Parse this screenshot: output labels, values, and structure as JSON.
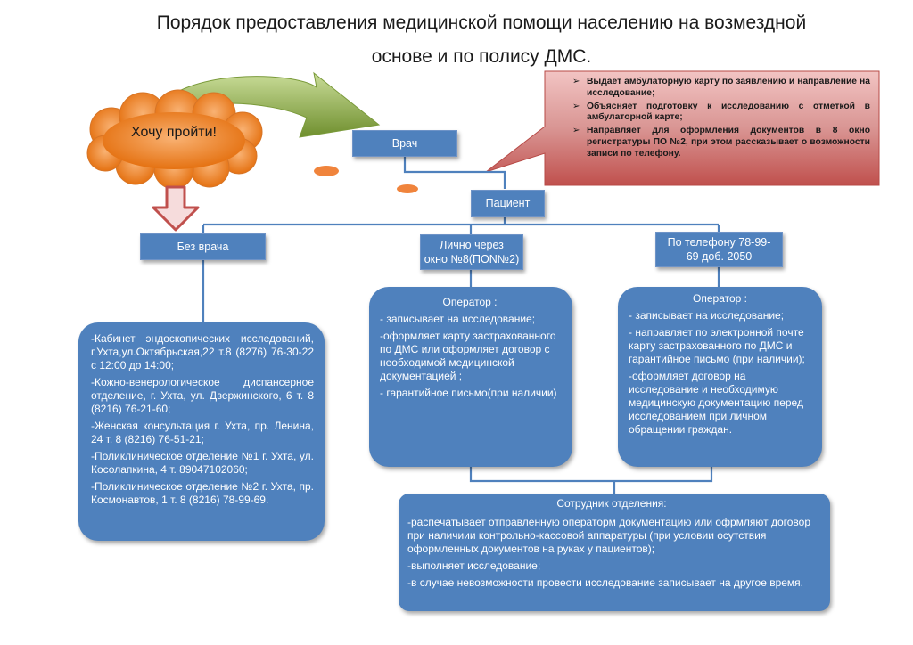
{
  "title": {
    "line1": "Порядок предоставления медицинской помощи населению на возмездной",
    "line2": "основе и по полису ДМС."
  },
  "cloud": {
    "label": "Хочу пройти!"
  },
  "doctor": {
    "label": "Врач"
  },
  "patient": {
    "label": "Пациент"
  },
  "callout": {
    "items": [
      "Выдает амбулаторную карту по заявлению и направление на исследование;",
      "Объясняет подготовку к исследованию с отметкой в амбулаторной карте;",
      "Направляет для оформления документов в 8 окно регистратуры ПО №2, при этом рассказывает о возможности записи по телефону."
    ]
  },
  "branches": {
    "no_doctor": "Без врача",
    "in_person": {
      "line1": "Лично через",
      "line2": "окно №8(ПОN№2)"
    },
    "by_phone": {
      "line1": "По телефону 78-99-",
      "line2": "69 доб. 2050"
    }
  },
  "clinics": [
    "-Кабинет эндоскопических исследований, г.Ухта,ул.Октябрьская,22 т.8 (8276) 76-30-22 с 12:00 до 14:00;",
    "-Кожно-венерологическое диспансерное отделение, г. Ухта, ул. Дзержинского, 6 т. 8 (8216) 76-21-60;",
    "-Женская консультация г. Ухта, пр. Ленина, 24 т. 8 (8216) 76-51-21;",
    "-Поликлиническое отделение №1 г. Ухта, ул. Косолапкина, 4 т. 89047102060;",
    "-Поликлиническое отделение №2 г. Ухта, пр. Космонавтов, 1 т. 8 (8216) 78-99-69."
  ],
  "operator_in_person": {
    "title": "Оператор :",
    "items": [
      "- записывает на исследование;",
      "-оформляет карту застрахованного по ДМС или оформляет договор с необходимой медицинской документацией ;",
      " - гарантийное письмо(при наличии)"
    ]
  },
  "operator_phone": {
    "title": "Оператор :",
    "items": [
      "- записывает на исследование;",
      "- направляет по электронной почте карту застрахованного по ДМС и гарантийное письмо (при наличии);",
      "-оформляет договор на исследование и необходимую медицинскую документацию перед исследованием при личном обращении граждан."
    ]
  },
  "staff": {
    "title": "Сотрудник  отделения:",
    "items": [
      " -распечатывает отправленную операторм документацию  или офрмляют договор при наличиии   контрольно-кассовой аппаратуры (при условии осутствия оформленных документов на руках у пациентов);",
      "-выполняет  исследование;",
      "-в случае невозможности провести исследование записывает на другое время."
    ]
  },
  "colors": {
    "box": "#4f81bd",
    "callout": "#c0504d",
    "cloud": "#f79646",
    "arrow_green": "#9bbb59"
  }
}
